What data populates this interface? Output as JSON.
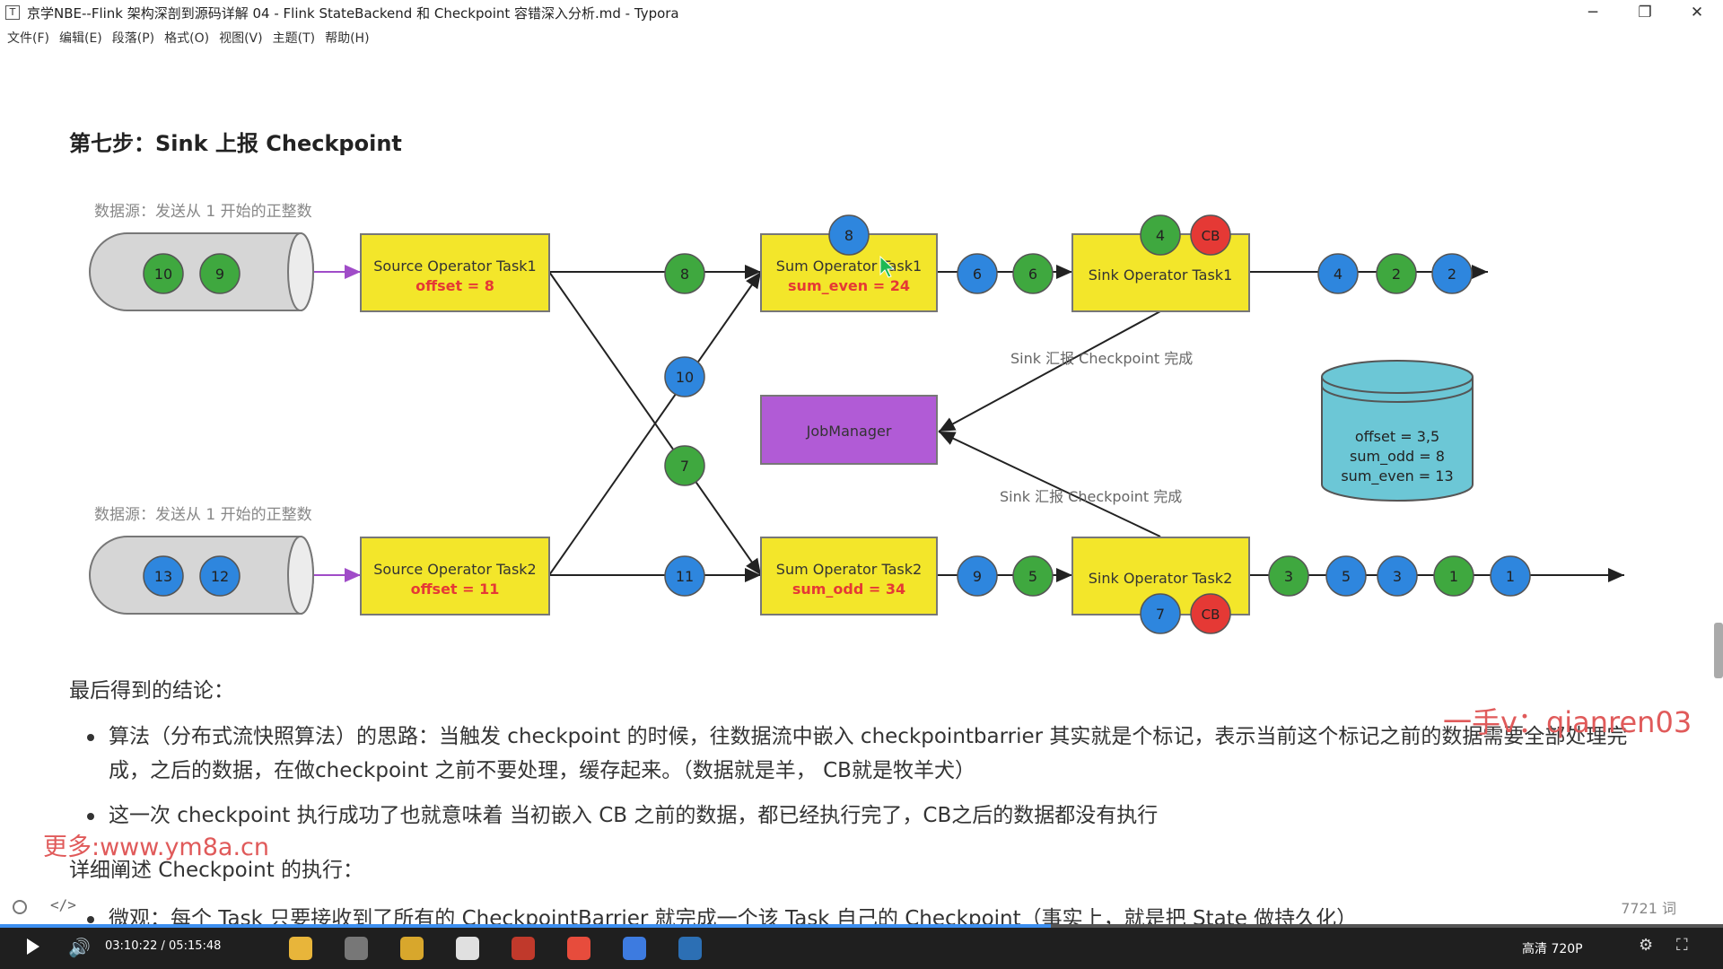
{
  "window": {
    "title": "京学NBE--Flink 架构深剖到源码详解 04 - Flink StateBackend 和 Checkpoint 容错深入分析.md - Typora",
    "minimize": "─",
    "restore": "❐",
    "close": "✕",
    "app_icon": "T"
  },
  "menu": [
    "文件(F)",
    "编辑(E)",
    "段落(P)",
    "格式(O)",
    "视图(V)",
    "主题(T)",
    "帮助(H)"
  ],
  "doc": {
    "heading": "第七步：Sink 上报 Checkpoint",
    "conclusion": "最后得到的结论：",
    "bullet1": "算法（分布式流快照算法）的思路：当触发 checkpoint 的时候，往数据流中嵌入 checkpointbarrier 其实就是个标记，表示当前这个标记之前的数据需要全部处理完成，之后的数据，在做checkpoint 之前不要处理，缓存起来。（数据就是羊， CB就是牧羊犬）",
    "bullet2": "这一次 checkpoint 执行成功了也就意味着 当初嵌入 CB 之前的数据，都已经执行完了，CB之后的数据都没有执行",
    "detail": "详细阐述 Checkpoint 的执行：",
    "bullet3": "微观：每个 Task 只要接收到了所有的 CheckpointBarrier 就完成一个该 Task 自己的 Checkpoint（事实上，就是把 State 做持久化）"
  },
  "watermarks": {
    "wm1": "一手v：qianren03",
    "wm2": "更多:www.ym8a.cn"
  },
  "diagram": {
    "source_label_1": "数据源：发送从 1 开始的正整数",
    "source_label_2": "数据源：发送从 1 开始的正整数",
    "src1_balls": [
      "10",
      "9"
    ],
    "src2_balls": [
      "13",
      "12"
    ],
    "source_task1": {
      "name": "Source Operator Task1",
      "state": "offset = 8"
    },
    "source_task2": {
      "name": "Source Operator Task2",
      "state": "offset = 11"
    },
    "sum_task1": {
      "name": "Sum Operator Task1",
      "state": "sum_even = 24"
    },
    "sum_task2": {
      "name": "Sum Operator Task2",
      "state": "sum_odd = 34"
    },
    "sink_task1": {
      "name": "Sink Operator Task1"
    },
    "sink_task2": {
      "name": "Sink Operator Task2"
    },
    "jobmanager": "JobManager",
    "report_label_1": "Sink 汇报 Checkpoint 完成",
    "report_label_2": "Sink 汇报 Checkpoint 完成",
    "db": [
      "offset = 3,5",
      "sum_odd = 8",
      "sum_even = 13"
    ],
    "balls": {
      "mid_8": "8",
      "mid_10": "10",
      "mid_7": "7",
      "mid_11": "11",
      "sum1_top": "8",
      "s1_a": "6",
      "s1_b": "6",
      "s2_a": "9",
      "s2_b": "5",
      "sink1_top": "4",
      "sink1_cb": "CB",
      "sink2_bot": "7",
      "sink2_cb": "CB",
      "out1": [
        "4",
        "2",
        "2"
      ],
      "out2": [
        "3",
        "5",
        "3",
        "1",
        "1"
      ]
    },
    "colors": {
      "green": "#3fa83f",
      "blue": "#2e86de",
      "red": "#e53935",
      "yellow": "#f3e62a",
      "purple": "#b15bd6",
      "cyan": "#6cc7d6"
    }
  },
  "status": {
    "words": "7721 词",
    "code_icon": "</>"
  },
  "player": {
    "time": "03:10:22 / 05:15:48",
    "progress": 0.61,
    "quality": "高清 720P",
    "volume_icon": "🔊",
    "settings_icon": "⚙",
    "fullscreen_icon": "⛶"
  }
}
